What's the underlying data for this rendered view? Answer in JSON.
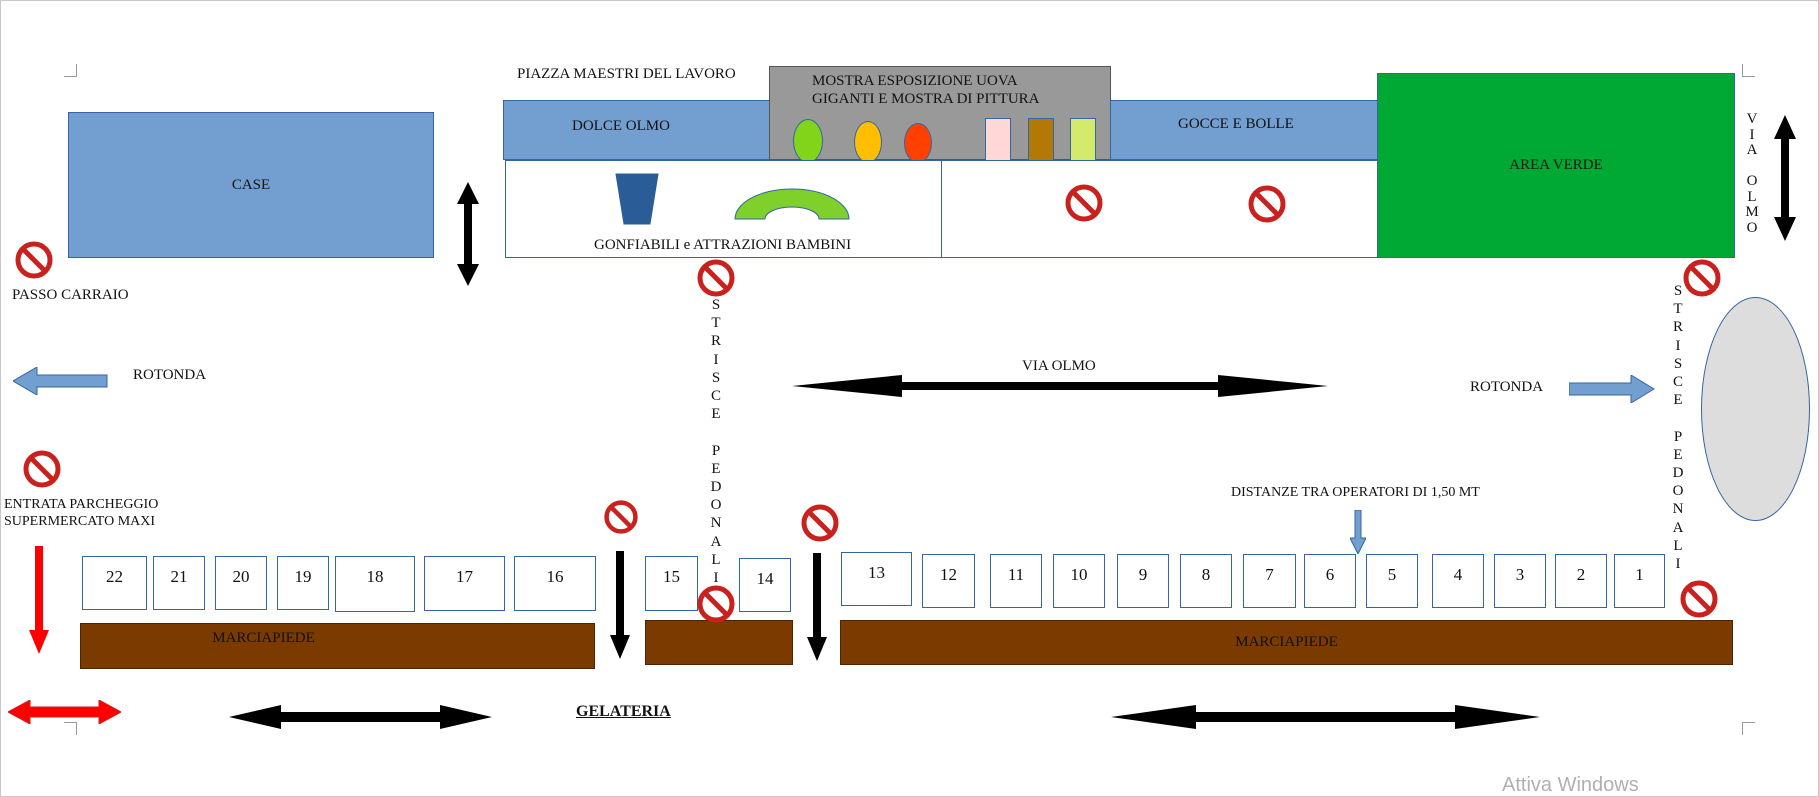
{
  "labels": {
    "piazza": "PIAZZA MAESTRI DEL LAVORO",
    "mostra_line1": "MOSTRA ESPOSIZIONE UOVA",
    "mostra_line2": "GIGANTI E MOSTRA DI PITTURA",
    "dolce_olmo": "DOLCE OLMO",
    "gocce_bolle": "GOCCE E BOLLE",
    "area_verde": "AREA VERDE",
    "case": "CASE",
    "gonfiabili": "GONFIABILI e ATTRAZIONI BAMBINI",
    "passo_carraio": "PASSO CARRAIO",
    "rotonda_left": "ROTONDA",
    "rotonda_right": "ROTONDA",
    "via_olmo_road": "VIA OLMO",
    "via_olmo_vertical": "V\nI\nA\n\nO\nL\nM\nO",
    "strisce_left": "S\nT\nR\nI\nS\nC\nE\n\nP\nE\nD\nO\nN\nA\nL\nI",
    "strisce_right": "S\nT\nR\nI\nS\nC\nE\n\nP\nE\nD\nO\nN\nA\nL\nI",
    "entrata_line1": "ENTRATA PARCHEGGIO",
    "entrata_line2": "SUPERMERCATO MAXI",
    "distanze": "DISTANZE TRA OPERATORI DI 1,50 MT",
    "marciapiede_left": "MARCIAPIEDE",
    "marciapiede_right": "MARCIAPIEDE",
    "gelateria": "GELATERIA",
    "watermark": "Attiva Windows"
  },
  "stalls": {
    "s22": "22",
    "s21": "21",
    "s20": "20",
    "s19": "19",
    "s18": "18",
    "s17": "17",
    "s16": "16",
    "s15": "15",
    "s14": "14",
    "s13": "13",
    "s12": "12",
    "s11": "11",
    "s10": "10",
    "s9": "9",
    "s8": "8",
    "s7": "7",
    "s6": "6",
    "s5": "5",
    "s4": "4",
    "s3": "3",
    "s2": "2",
    "s1": "1"
  },
  "colors": {
    "building_blue": "#729fcf",
    "exhibit_gray": "#999999",
    "green_area": "#00a933",
    "sidewalk_brown": "#7a3a00",
    "no_entry_red": "#c9211e",
    "entrance_arrow_red": "#ff0000",
    "roundabout_gray": "#dddddd"
  },
  "icons": {
    "no_entry": "no-entry-icon",
    "double_arrow": "double-arrow-icon",
    "direction_arrow": "direction-arrow-icon"
  }
}
